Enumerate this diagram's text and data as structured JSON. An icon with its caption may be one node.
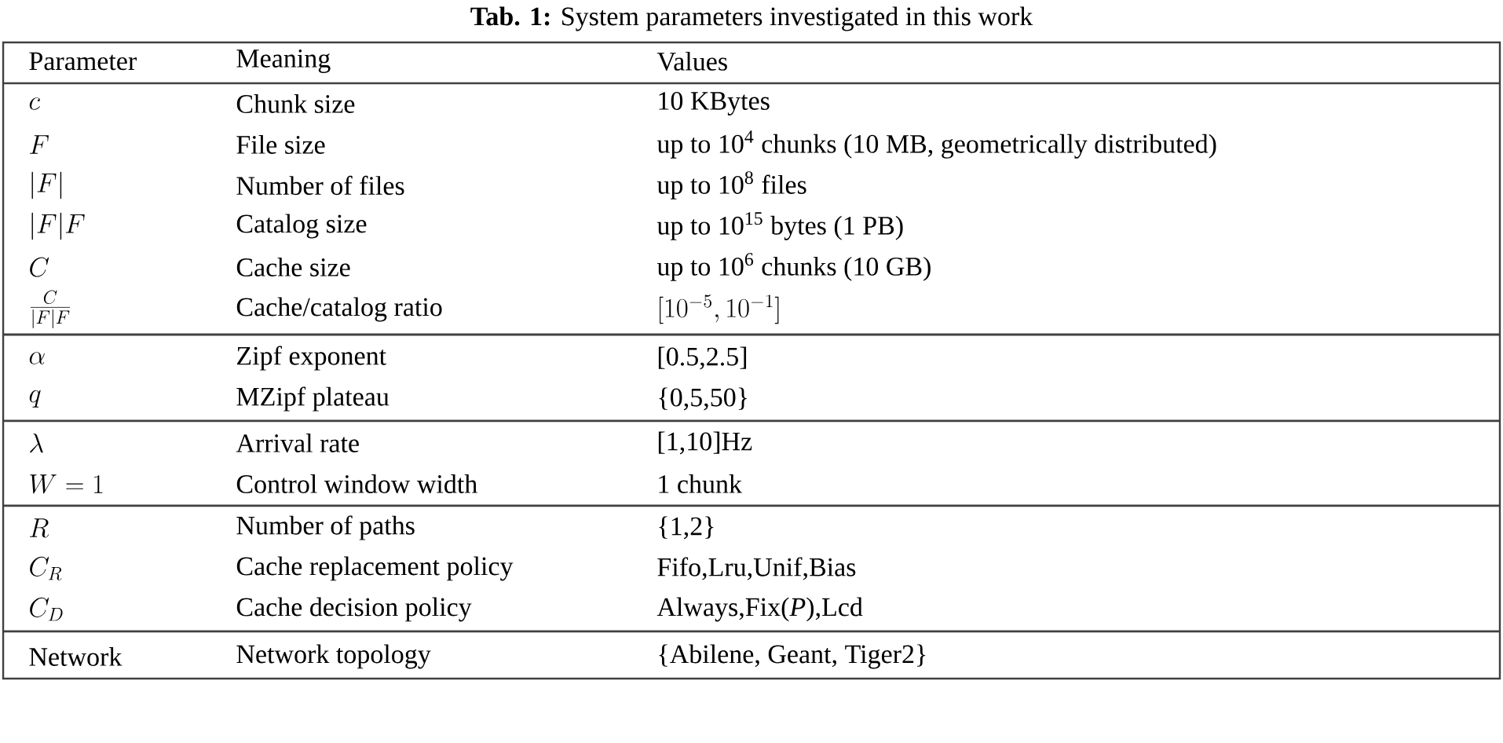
{
  "diagram": {
    "title": "**Tab. 1:** System parameters investigated in this work",
    "labels": [
      "Parameter",
      "Meaning",
      "Values",
      "c",
      "Chunk size",
      "10 KBytes",
      "F",
      "File size",
      "up to 10$^{4}$ chunks (10 MB, geometrically distributed)",
      "|F|",
      "Number of files",
      "up to 10$^{8}$ files",
      "|F|F",
      "Catalog size",
      "up to 10$^{15}$ bytes (1 PB)",
      "C",
      "Cache size",
      "up to 10$^{6}$ chunks (10 GB)",
      "\\frac{C}{|F|F}",
      "Cache/catalog ratio",
      "[10^{-5},10^{-1}]",
      "\\alpha",
      "Zipf exponent",
      "[0.5,2.5]",
      "q",
      "MZipf plateau",
      "{0,5,50}",
      "\\lambda",
      "Arrival rate",
      "[1,10]Hz",
      "W=1",
      "Control window width",
      "1 chunk",
      "R",
      "Number of paths",
      "{1,2}",
      "C_R",
      "Cache replacement policy",
      "Fifo,Lru,Unif,Bias",
      "C_D",
      "Cache decision policy",
      "Always,Fix(*P*),Lcd",
      "Network",
      "Network topology",
      "{Abilene, Geant, Tiger2}"
    ]
  }
}
